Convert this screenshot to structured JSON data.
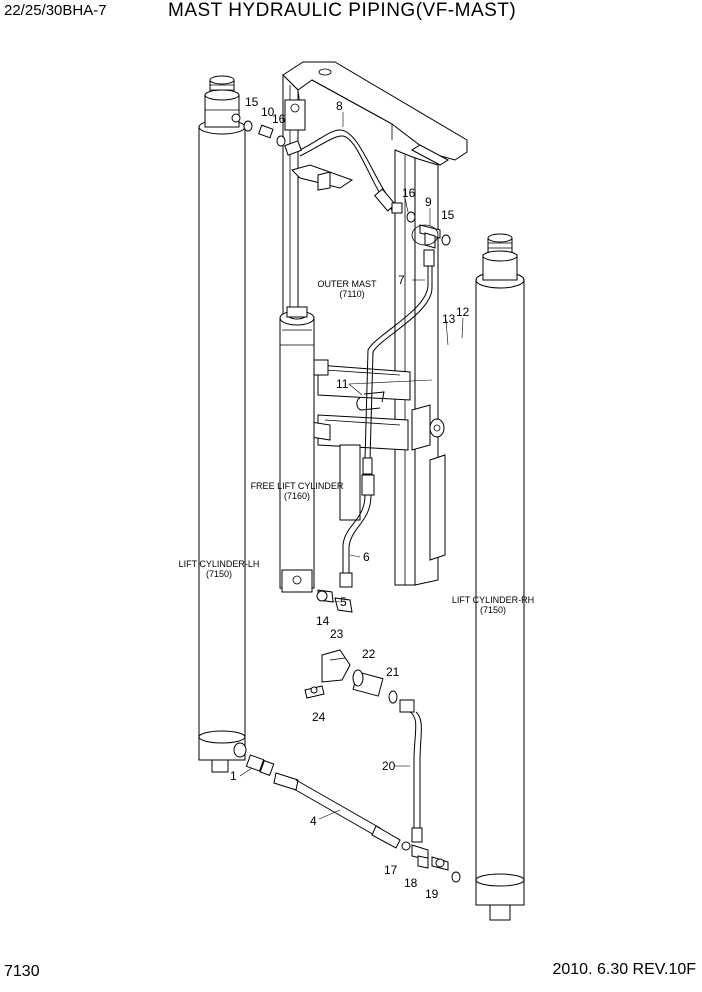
{
  "header": {
    "model": "22/25/30BHA-7",
    "title": "MAST HYDRAULIC PIPING(VF-MAST)"
  },
  "footer": {
    "page": "7130",
    "date_rev": "2010. 6.30  REV.10F"
  },
  "labels": {
    "outer_mast": "OUTER MAST",
    "outer_mast_code": "(7110)",
    "free_lift_cylinder": "FREE LIFT CYLINDER",
    "free_lift_cylinder_code": "(7160)",
    "lift_cylinder_lh": "LIFT CYLINDER-LH",
    "lift_cylinder_lh_code": "(7150)",
    "lift_cylinder_rh": "LIFT CYLINDER-RH",
    "lift_cylinder_rh_code": "(7150)"
  },
  "callouts": {
    "c15a": "15",
    "c10": "10",
    "c16a": "16",
    "c8": "8",
    "c16b": "16",
    "c9": "9",
    "c15b": "15",
    "c7": "7",
    "c13": "13",
    "c12": "12",
    "c11": "11",
    "c6": "6",
    "c5": "5",
    "c14": "14",
    "c23": "23",
    "c22": "22",
    "c21": "21",
    "c24": "24",
    "c20": "20",
    "c1": "1",
    "c4": "4",
    "c17": "17",
    "c18": "18",
    "c19": "19"
  }
}
